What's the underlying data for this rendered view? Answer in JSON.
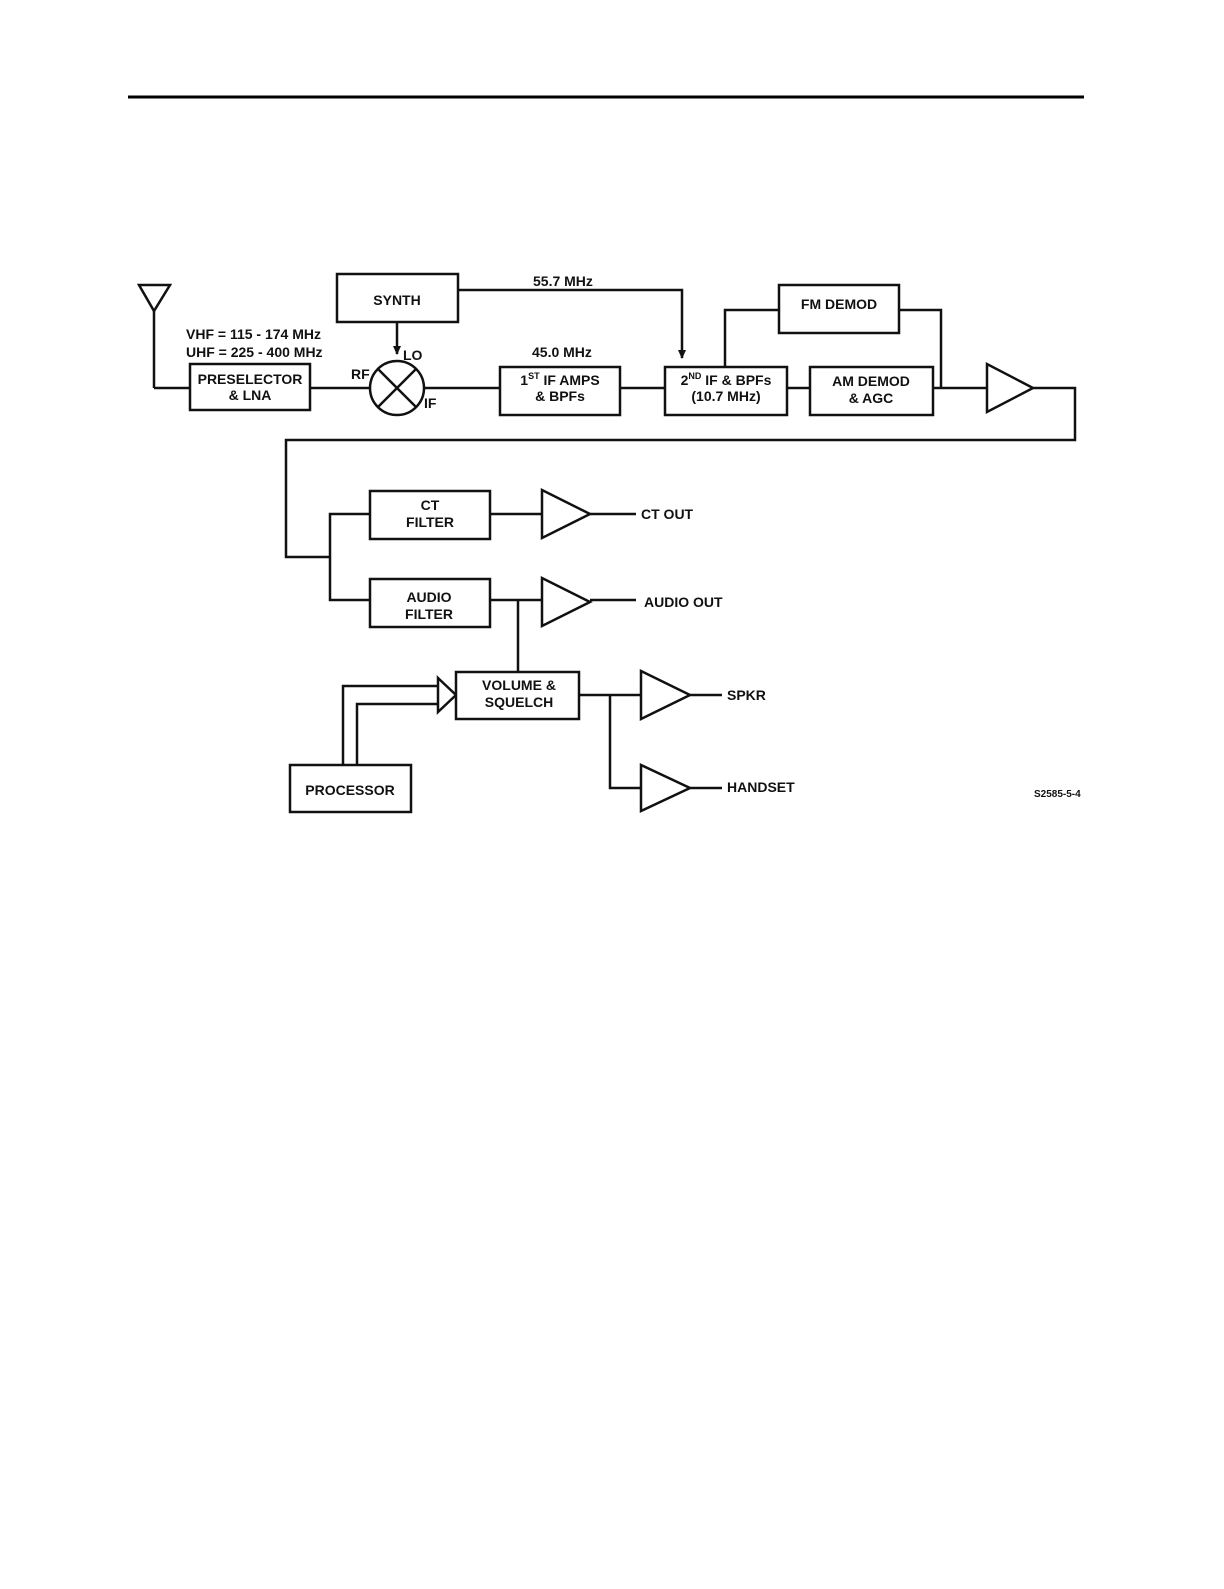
{
  "diagram": {
    "antenna_bands": {
      "vhf": "VHF = 115 - 174 MHz",
      "uhf": "UHF = 225 - 400 MHz"
    },
    "blocks": {
      "preselector": [
        "PRESELECTOR",
        "& LNA"
      ],
      "synth": "SYNTH",
      "if1": {
        "prefix": "1",
        "sup": "ST",
        "rest": " IF AMPS",
        "line2": "& BPFs"
      },
      "if2": {
        "prefix": "2",
        "sup": "ND",
        "rest": " IF & BPFs",
        "line2": "(10.7 MHz)"
      },
      "fm_demod": "FM DEMOD",
      "am_demod": [
        "AM DEMOD",
        "& AGC"
      ],
      "ct_filter": [
        "CT",
        "FILTER"
      ],
      "audio_filter": [
        "AUDIO",
        "FILTER"
      ],
      "volume_squelch": [
        "VOLUME &",
        "SQUELCH"
      ],
      "processor": "PROCESSOR"
    },
    "mixer_ports": {
      "rf": "RF",
      "lo": "LO",
      "if": "IF"
    },
    "frequencies": {
      "lo2": "55.7 MHz",
      "if1": "45.0 MHz"
    },
    "outputs": {
      "ct_out": "CT OUT",
      "audio_out": "AUDIO OUT",
      "spkr": "SPKR",
      "handset": "HANDSET"
    },
    "figure_id": "S2585-5-4"
  }
}
